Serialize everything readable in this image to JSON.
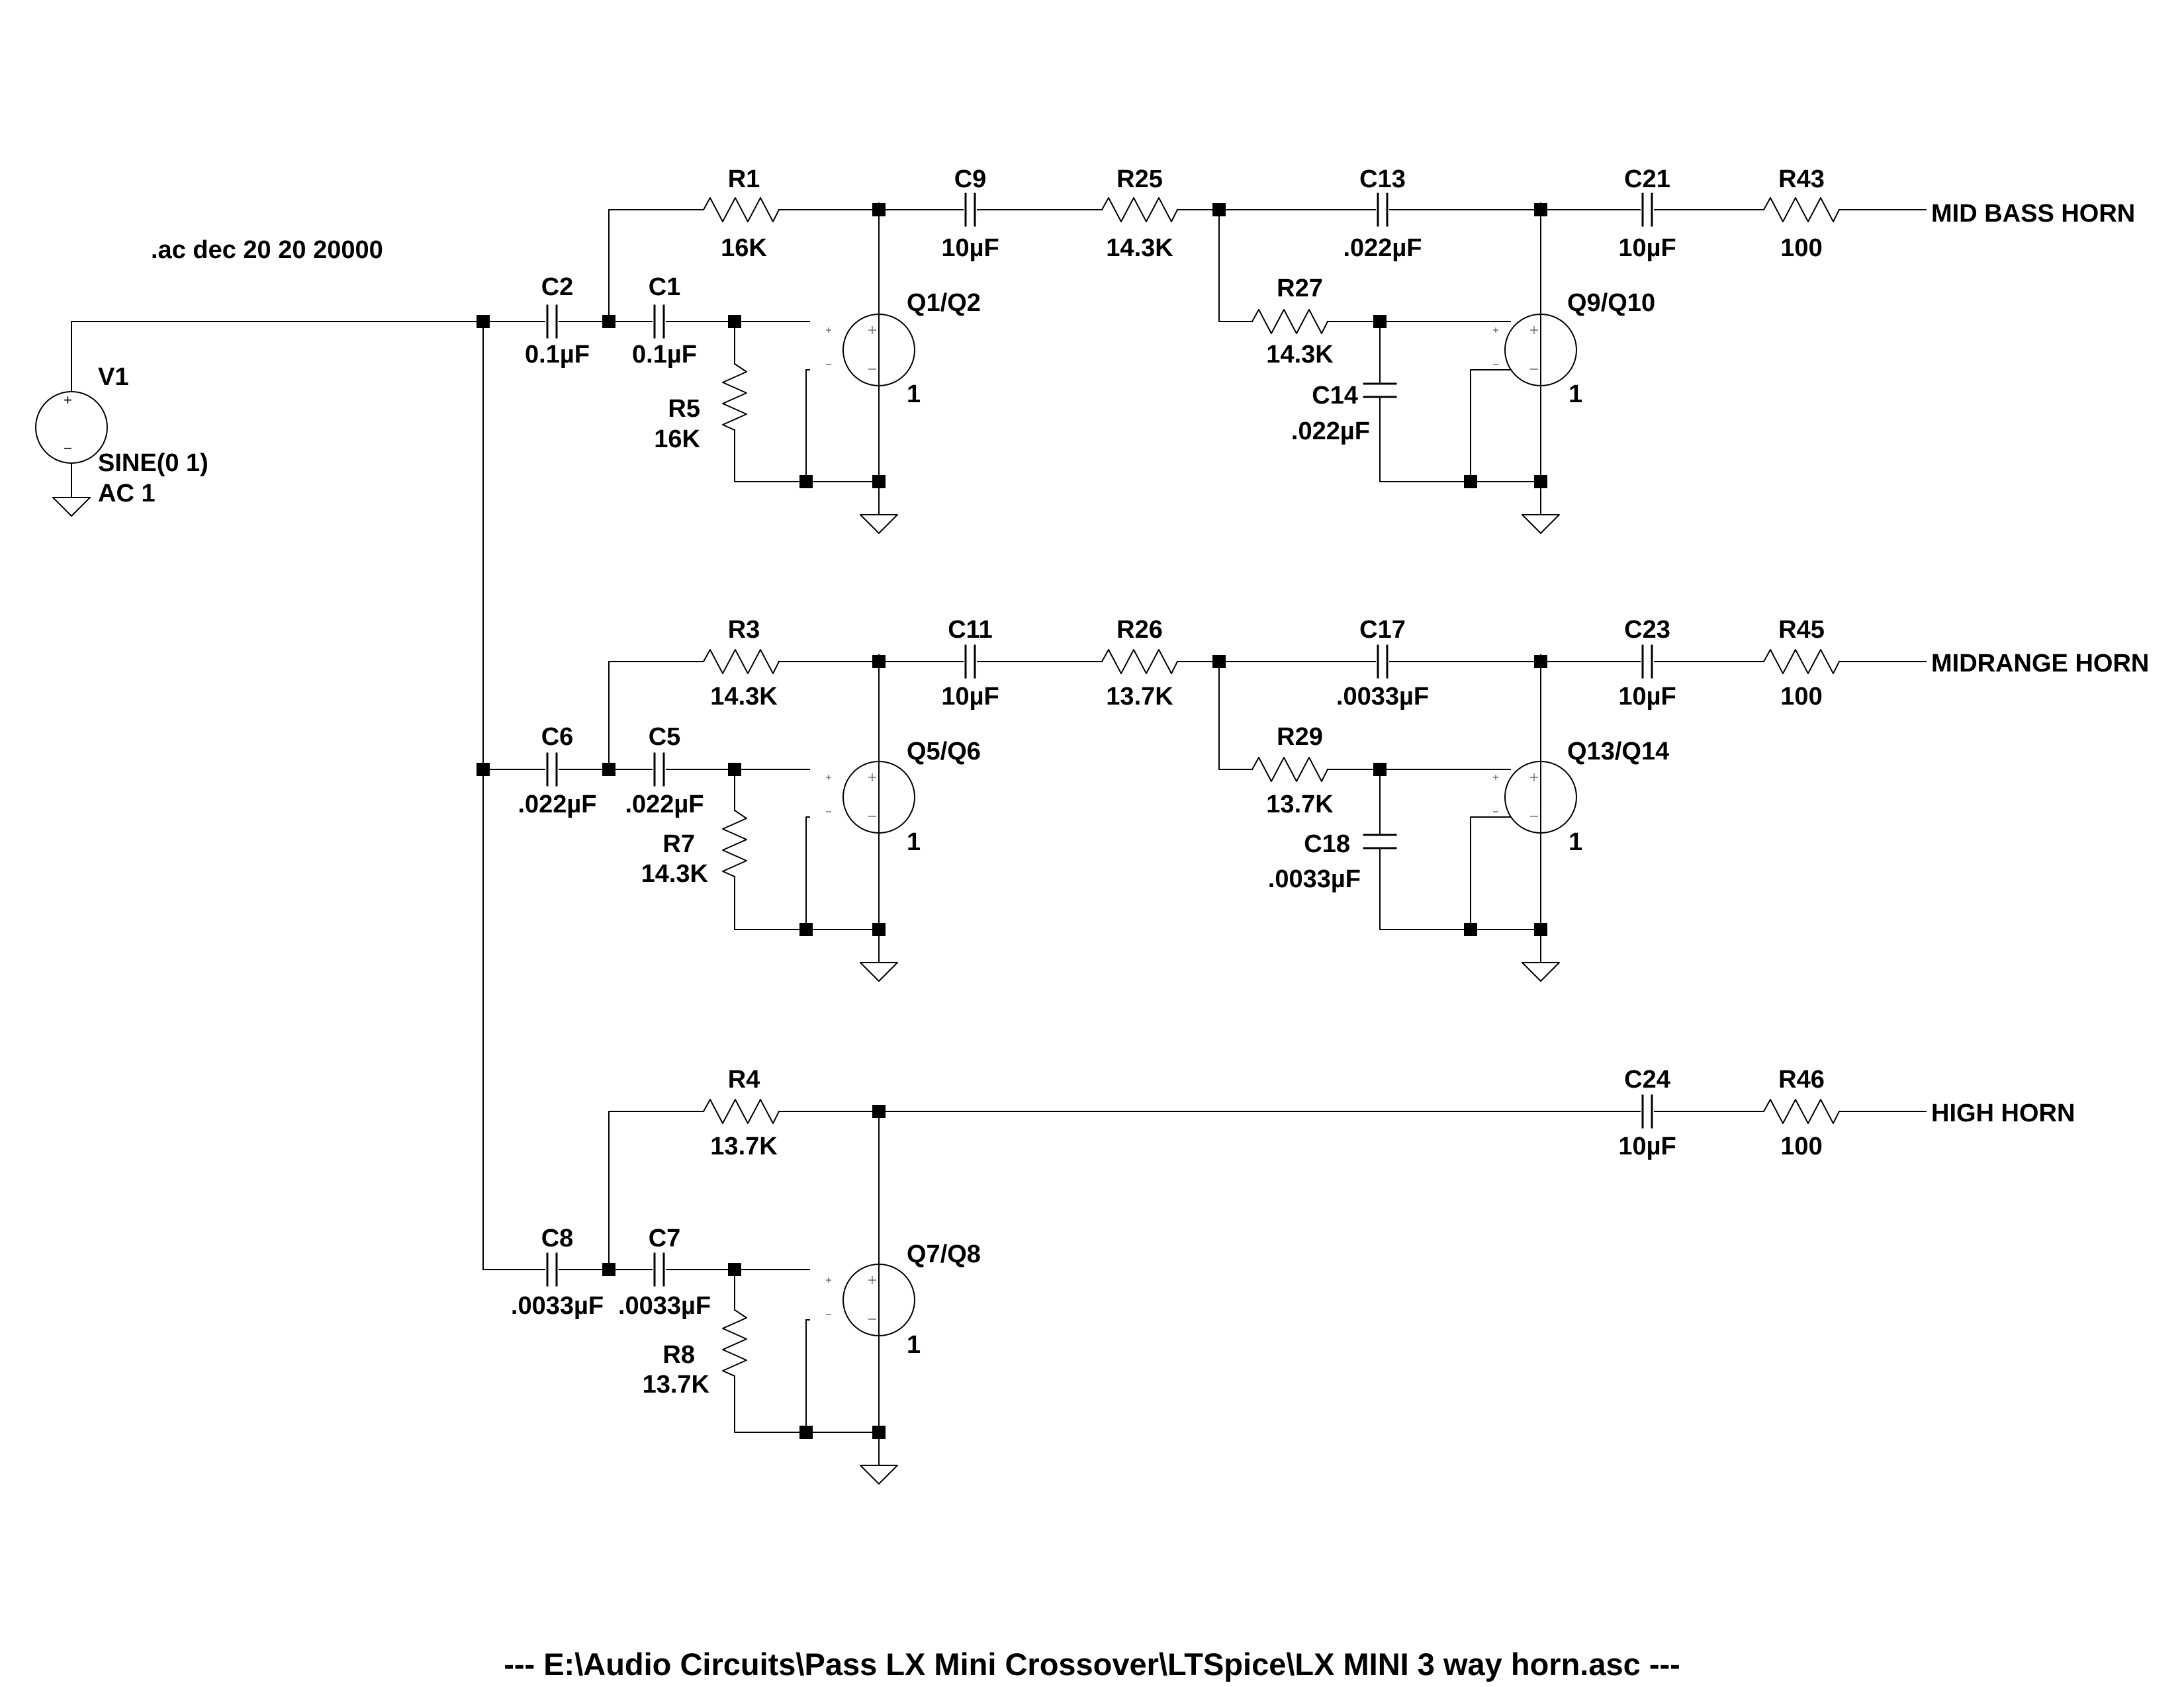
{
  "directive": ".ac dec 20 20 20000",
  "footer": "---  E:\\Audio Circuits\\Pass LX Mini Crossover\\LTSpice\\LX MINI 3 way horn.asc  ---",
  "source": {
    "name": "V1",
    "value1": "SINE(0 1)",
    "value2": "AC 1"
  },
  "outputs": {
    "mid_bass": "MID BASS HORN",
    "midrange": "MIDRANGE HORN",
    "high": "HIGH HORN"
  },
  "parts": {
    "C2": {
      "ref": "C2",
      "value": "0.1µF"
    },
    "C1": {
      "ref": "C1",
      "value": "0.1µF"
    },
    "R1": {
      "ref": "R1",
      "value": "16K"
    },
    "R5": {
      "ref": "R5",
      "value": "16K"
    },
    "Q1": {
      "ref": "Q1/Q2",
      "value": "1"
    },
    "C9": {
      "ref": "C9",
      "value": "10µF"
    },
    "R25": {
      "ref": "R25",
      "value": "14.3K"
    },
    "C13": {
      "ref": "C13",
      "value": ".022µF"
    },
    "R27": {
      "ref": "R27",
      "value": "14.3K"
    },
    "C14": {
      "ref": "C14",
      "value": ".022µF"
    },
    "Q9": {
      "ref": "Q9/Q10",
      "value": "1"
    },
    "C21": {
      "ref": "C21",
      "value": "10µF"
    },
    "R43": {
      "ref": "R43",
      "value": "100"
    },
    "C6": {
      "ref": "C6",
      "value": ".022µF"
    },
    "C5": {
      "ref": "C5",
      "value": ".022µF"
    },
    "R3": {
      "ref": "R3",
      "value": "14.3K"
    },
    "R7": {
      "ref": "R7",
      "value": "14.3K"
    },
    "Q5": {
      "ref": "Q5/Q6",
      "value": "1"
    },
    "C11": {
      "ref": "C11",
      "value": "10µF"
    },
    "R26": {
      "ref": "R26",
      "value": "13.7K"
    },
    "C17": {
      "ref": "C17",
      "value": ".0033µF"
    },
    "R29": {
      "ref": "R29",
      "value": "13.7K"
    },
    "C18": {
      "ref": "C18",
      "value": ".0033µF"
    },
    "Q13": {
      "ref": "Q13/Q14",
      "value": "1"
    },
    "C23": {
      "ref": "C23",
      "value": "10µF"
    },
    "R45": {
      "ref": "R45",
      "value": "100"
    },
    "C8": {
      "ref": "C8",
      "value": ".0033µF"
    },
    "C7": {
      "ref": "C7",
      "value": ".0033µF"
    },
    "R4": {
      "ref": "R4",
      "value": "13.7K"
    },
    "R8": {
      "ref": "R8",
      "value": "13.7K"
    },
    "Q7": {
      "ref": "Q7/Q8",
      "value": "1"
    },
    "C24": {
      "ref": "C24",
      "value": "10µF"
    },
    "R46": {
      "ref": "R46",
      "value": "100"
    }
  },
  "pin_symbols": {
    "plus": "+",
    "minus": "−"
  }
}
